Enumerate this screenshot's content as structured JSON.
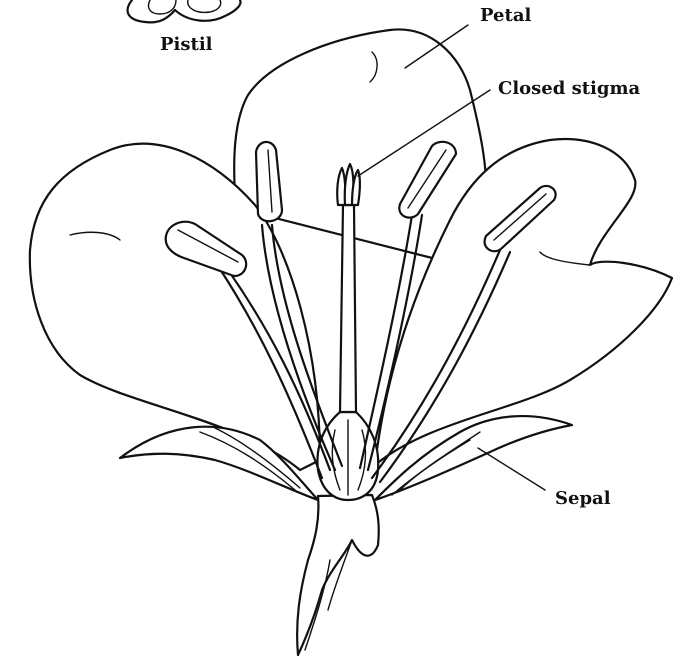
{
  "labels": {
    "pistil": "Pistil",
    "petal": "Petal",
    "closed_stigma": "Closed stigma",
    "sepal": "Sepal"
  }
}
